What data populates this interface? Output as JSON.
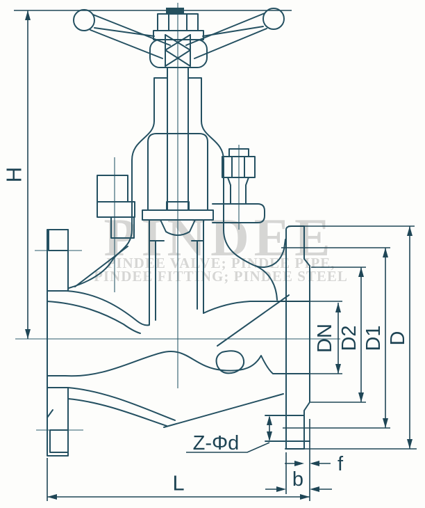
{
  "watermark": {
    "brand": "PINDEE",
    "tagline1": "PINDEE VALVE; PINDEE PIPE,",
    "tagline2": "PINDEE FITTING; PINDEE STEEL"
  },
  "dimensions": {
    "height": "H",
    "nominal_bore": "DN",
    "raised_face_diameter": "D2",
    "bolt_circle_diameter": "D1",
    "flange_outer_diameter": "D",
    "bolt_holes": "Z-Φd",
    "face_to_face_length": "L",
    "flange_thickness": "b",
    "raised_face_height": "f"
  },
  "colors": {
    "line": "#245061",
    "background": "#fdfdfb",
    "watermark": "#cfcfcc"
  }
}
